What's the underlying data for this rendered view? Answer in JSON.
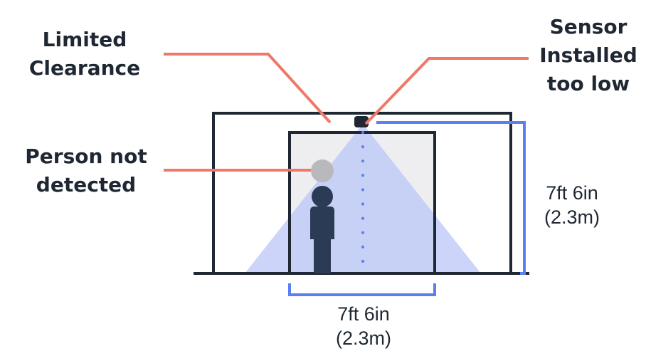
{
  "labels": {
    "limited_clearance": [
      "Limited",
      "Clearance"
    ],
    "sensor_installed": [
      "Sensor",
      "Installed",
      "too low"
    ],
    "person_not_detected": [
      "Person not",
      "detected"
    ]
  },
  "dimensions": {
    "height": [
      "7ft 6in",
      "(2.3m)"
    ],
    "width": [
      "7ft 6in",
      "(2.3m)"
    ]
  },
  "colors": {
    "callout_line": "#f07868",
    "dimension_line": "#5b7ef0",
    "outline": "#1f2733",
    "sensor_cone": "#b8c5f6",
    "person": "#2b3a55",
    "undetected_head": "#b9b9bd",
    "door_fill": "#eeeef0"
  },
  "icons": {
    "sensor": "ceiling-sensor-icon",
    "person": "person-icon"
  }
}
